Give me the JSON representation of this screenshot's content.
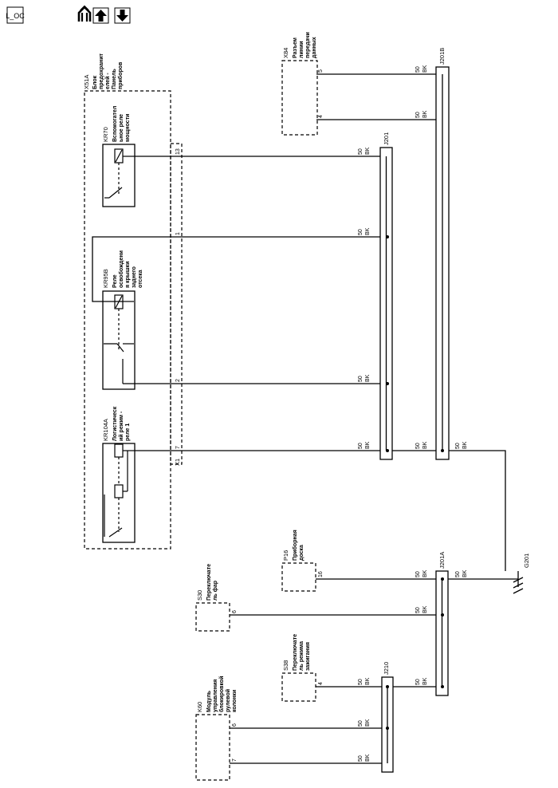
{
  "toolbar": {
    "loc_label": "L_OC",
    "home_icon": "home-arrows-icon",
    "up_icon": "arrow-up-icon",
    "down_icon": "arrow-down-icon"
  },
  "components": {
    "x51a": {
      "id": "X51A",
      "lines": [
        "Блок",
        "предохранит",
        "елей -",
        "Панель",
        "приборов"
      ]
    },
    "kr70": {
      "id": "KR70",
      "lines": [
        "Вспомогател",
        "ьное реле",
        "мощности"
      ]
    },
    "kr95b": {
      "id": "KR95B",
      "lines": [
        "Реле",
        "освобождени",
        "я крышки",
        "заднего",
        "отсека"
      ]
    },
    "kr104a": {
      "id": "KR104A",
      "lines": [
        "Логистическ",
        "ий режим -",
        "реле 1"
      ]
    },
    "x84": {
      "id": "X84",
      "lines": [
        "Разъем",
        "линии",
        "передачи",
        "данных"
      ]
    },
    "p16": {
      "id": "P16",
      "lines": [
        "Приборная",
        "доска"
      ]
    },
    "s30": {
      "id": "S30",
      "lines": [
        "Переключате",
        "ль фар"
      ]
    },
    "s38": {
      "id": "S38",
      "lines": [
        "Переключате",
        "ль режима",
        "зажигания"
      ]
    },
    "k60": {
      "id": "K60",
      "lines": [
        "Модуль",
        "управления",
        "блокировкой",
        "рулевой",
        "колонки"
      ]
    },
    "x1": "X1",
    "g201": "G201"
  },
  "splices": {
    "j201": "J201",
    "j201b": "J201B",
    "j201a": "J201A",
    "j210": "J210"
  },
  "pins": {
    "x84_5": "5",
    "x84_4": "4",
    "x1_13": "13",
    "x1_1": "1",
    "x1_2": "2",
    "x1_7": "7",
    "p16_16": "16",
    "s30_6": "6",
    "s38_4": "4",
    "k60_6": "6",
    "k60_7": "7"
  },
  "wire": {
    "gauge": "50",
    "color": "BK"
  }
}
